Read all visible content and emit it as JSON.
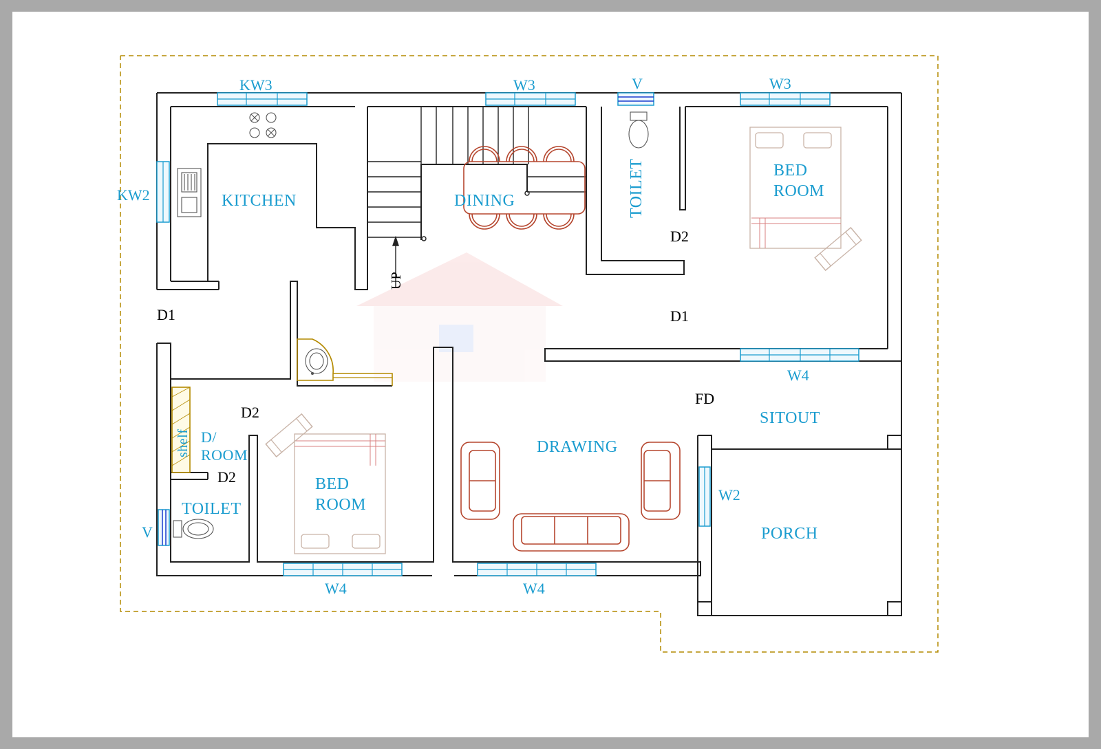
{
  "rooms": {
    "kitchen": "KITCHEN",
    "dining": "DINING",
    "toilet_upper": "TOILET",
    "bedroom_upper_line1": "BED",
    "bedroom_upper_line2": "ROOM",
    "bedroom_lower_line1": "BED",
    "bedroom_lower_line2": "ROOM",
    "dress_room_line1": "D/",
    "dress_room_line2": "ROOM",
    "toilet_lower": "TOILET",
    "drawing": "DRAWING",
    "sitout": "SITOUT",
    "porch": "PORCH",
    "shelf": "shelf"
  },
  "windows": {
    "kw3": "KW3",
    "kw2": "KW2",
    "w3_dining": "W3",
    "v_upper": "V",
    "w3_bedroom": "W3",
    "w4_bedroom_upper": "W4",
    "w2": "W2",
    "v_lower": "V",
    "w4_bedroom_lower": "W4",
    "w4_drawing": "W4"
  },
  "doors": {
    "d1_left": "D1",
    "d1_right": "D1",
    "d2_toilet_upper": "D2",
    "d2_bedroom_lower": "D2",
    "d2_toilet_lower": "D2",
    "fd": "FD"
  },
  "stair": {
    "up_label": "UP"
  },
  "colors": {
    "label_blue": "#1a9ccf",
    "wall": "#222222",
    "furniture": "#b5462e",
    "boundary": "#b48a00"
  }
}
